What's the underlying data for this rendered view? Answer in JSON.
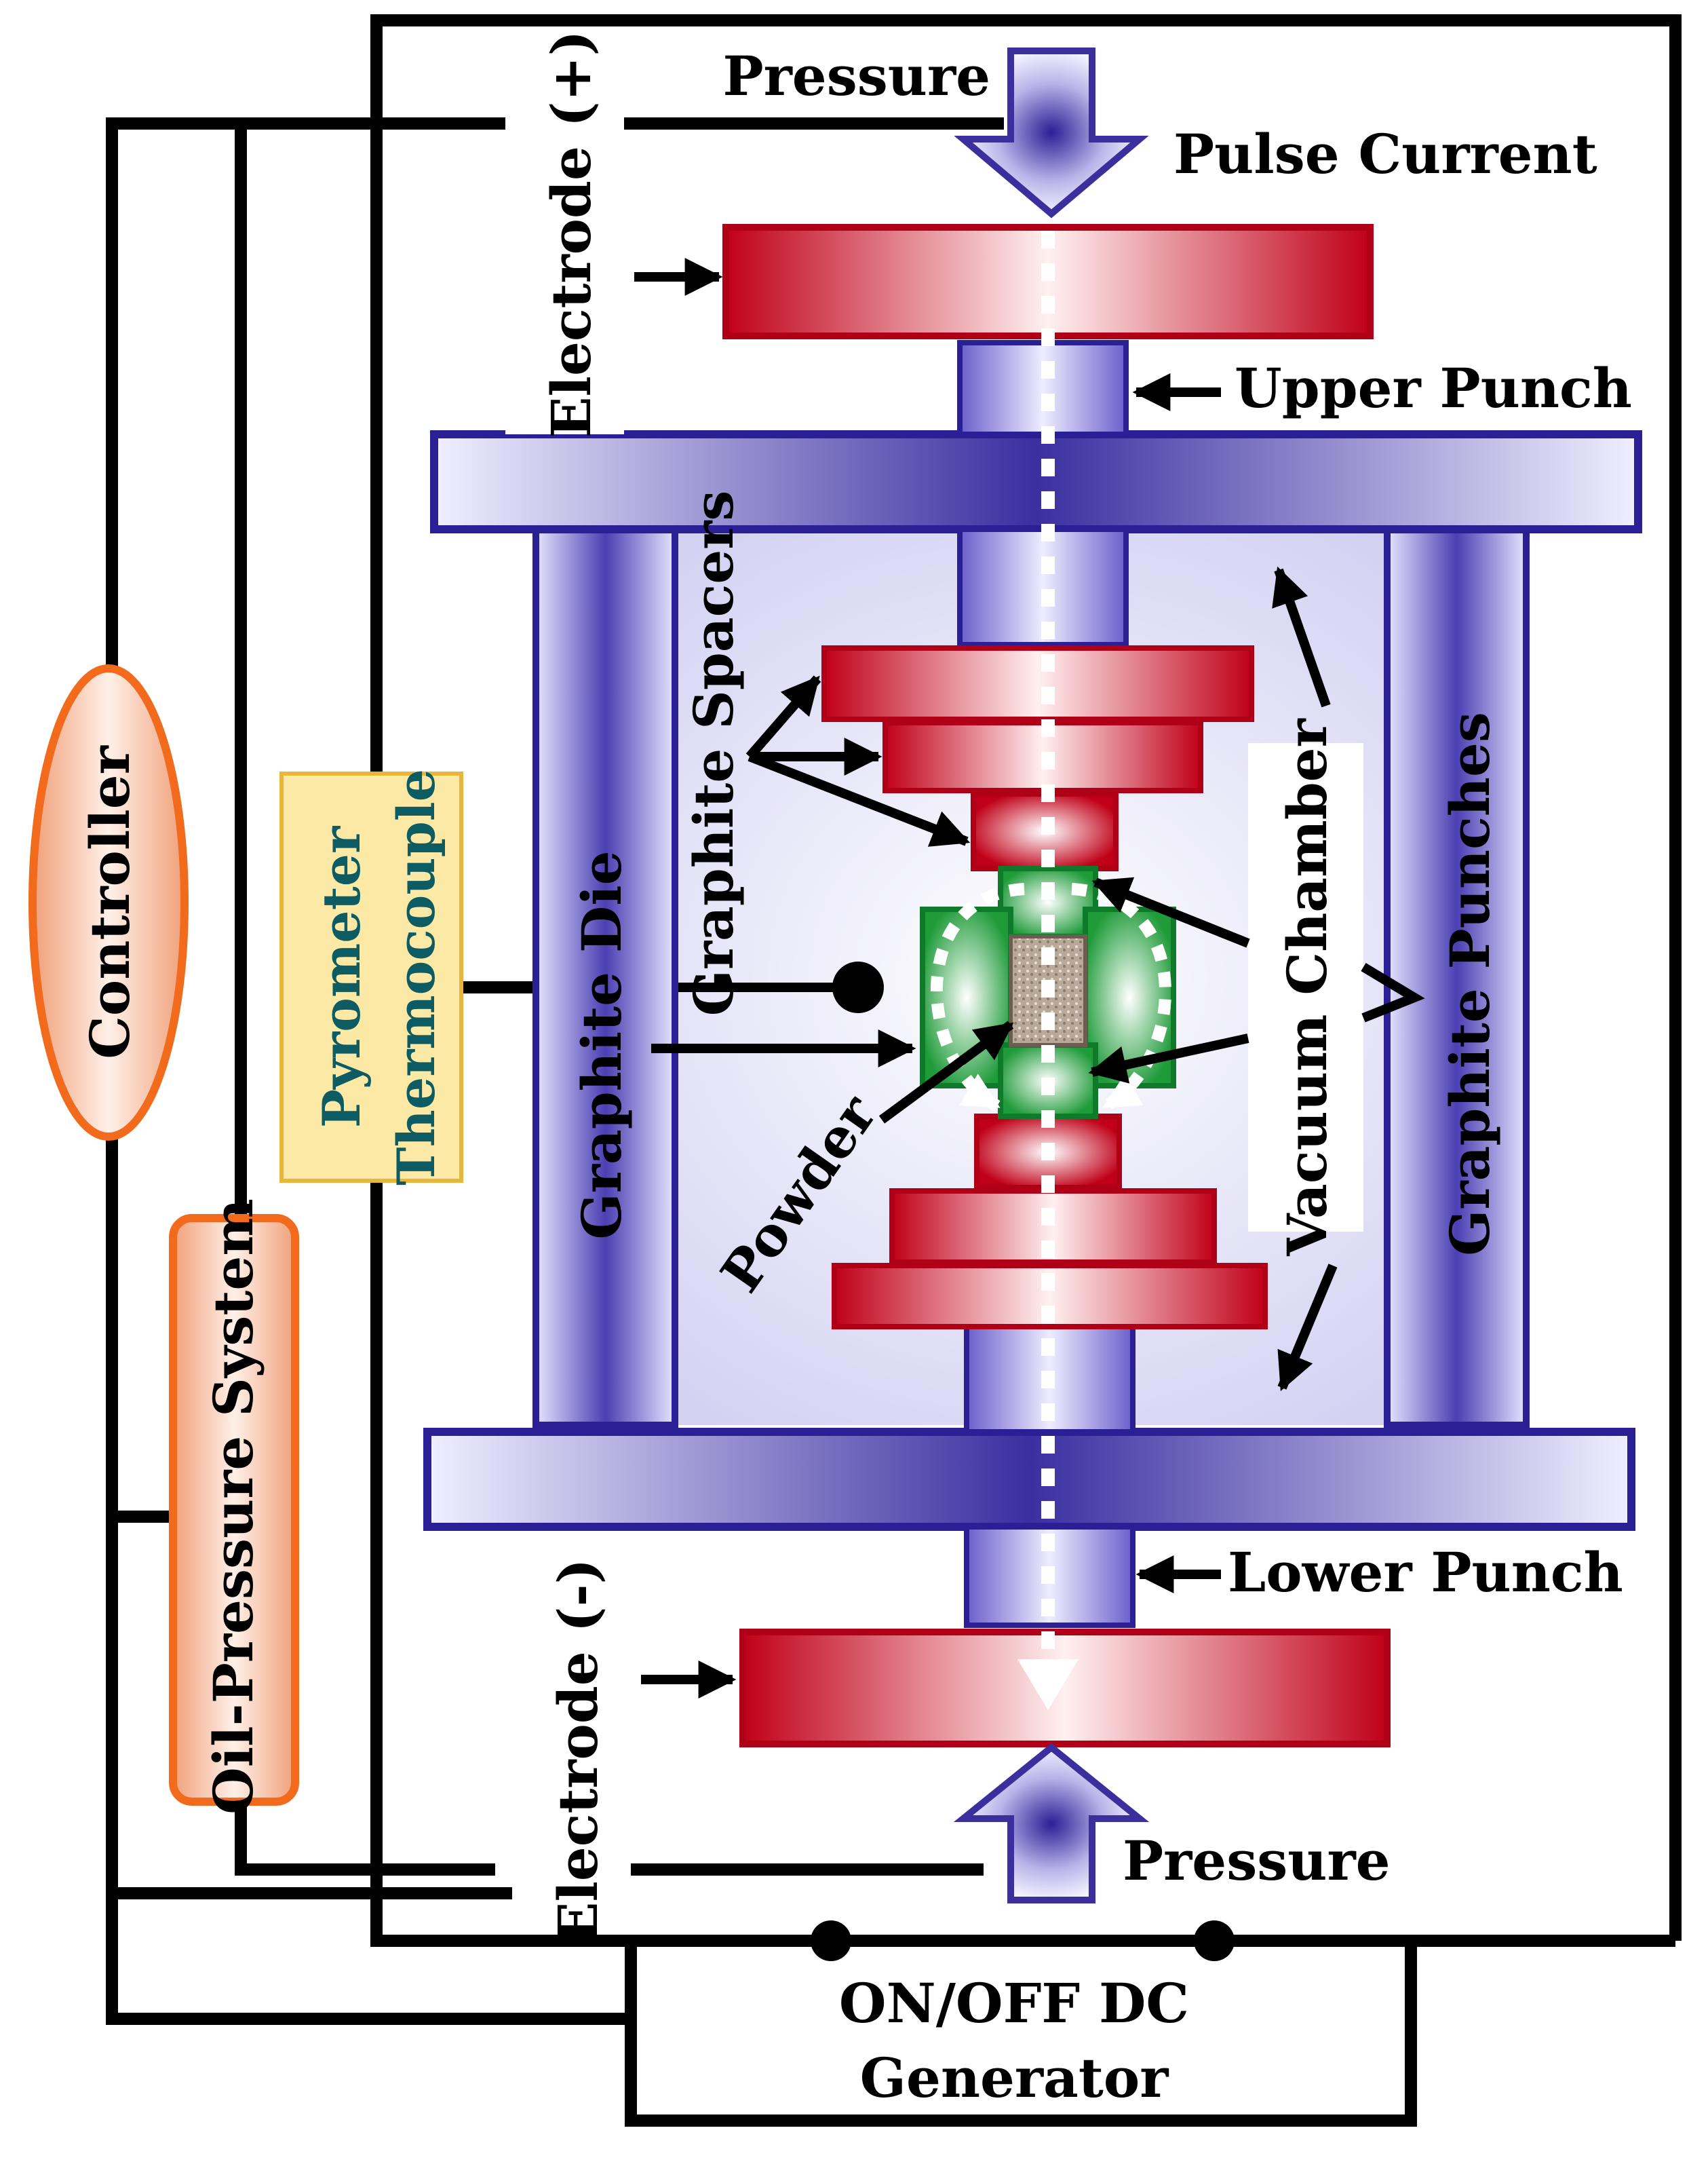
{
  "labels": {
    "pressure_top": "Pressure",
    "pulse_current": "Pulse Current",
    "electrode_plus": "Electrode (+)",
    "upper_punch": "Upper Punch",
    "graphite_spacers": "Graphite Spacers",
    "controller": "Controller",
    "pyrometer": "Pyrometer",
    "thermocouple": "Thermocouple",
    "graphite_die": "Graphite Die",
    "vacuum_chamber": "Vacuum Chamber",
    "graphite_punches": "Graphite Punches",
    "powder": "Powder",
    "oil_pressure_system": "Oil-Pressure System",
    "lower_punch": "Lower Punch",
    "electrode_minus": "Electrode (-)",
    "pressure_bottom": "Pressure",
    "generator_line1": "ON/OFF DC",
    "generator_line2": "Generator"
  },
  "colors": {
    "electrode_red": "#c8102e",
    "graphite_blue": "#3b2f9e",
    "die_green": "#1e9e3a",
    "controller_orange": "#f26a1b",
    "pyrometer_yellow": "#fde9a6",
    "teal_text": "#0e5c63"
  }
}
